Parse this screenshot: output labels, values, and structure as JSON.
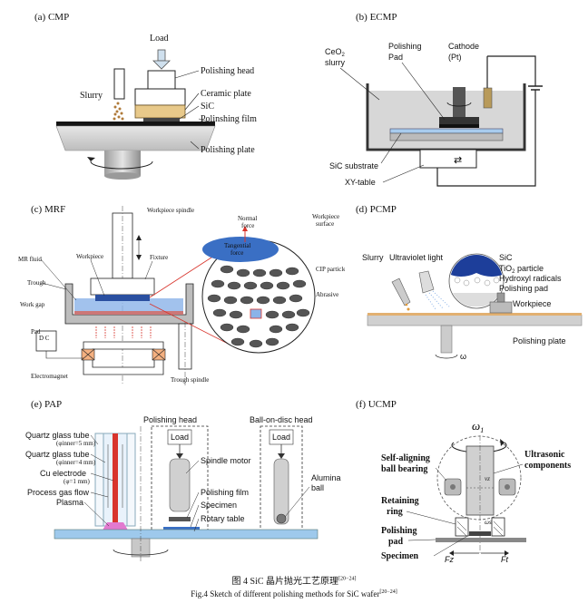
{
  "panels": {
    "a": {
      "title": "(a) CMP",
      "load": "Load",
      "slurry": "Slurry",
      "polishing_head": "Polishing head",
      "ceramic_plate": "Ceramic plate",
      "sic": "SiC",
      "film": "Polinshing film",
      "plate": "Polishing plate"
    },
    "b": {
      "title": "(b) ECMP",
      "ceo2": "CeO",
      "ceo2_sub": "2",
      "slurry": "slurry",
      "pad1": "Polishing",
      "pad2": "Pad",
      "cathode1": "Cathode",
      "cathode2": "(Pt)",
      "substrate": "SiC substrate",
      "xy_table": "XY-table"
    },
    "c": {
      "title": "(c) MRF",
      "workpiece_spindle": "Workpiece spindle",
      "normal_force1": "Normal",
      "normal_force2": "force",
      "tangential1": "Tangential",
      "tangential2": "force",
      "wp_surface1": "Workpiece",
      "wp_surface2": "surface",
      "mr_fluid": "MR fluid",
      "workpiece": "Workpiece",
      "fixture": "Fixture",
      "cip": "CIP particle",
      "trough": "Trough",
      "work_gap": "Work gap",
      "abrasive": "Abrasive",
      "pad": "Pad",
      "dc": "D C",
      "electromagnet": "Electromagnet",
      "trough_spindle": "Trough spindle"
    },
    "d": {
      "title": "(d) PCMP",
      "slurry": "Slurry",
      "uv": "Ultraviolet light",
      "sic": "SiC",
      "tio2": "TiO",
      "tio2_sub": "2",
      "tio2_rest": " particle",
      "hydroxyl": "Hydroxyl radicals",
      "pad": "Polishing pad",
      "workpiece": "Workpiece",
      "plate": "Polishing plate",
      "omega": "ω"
    },
    "e": {
      "title": "(e) PAP",
      "polishing_head": "Polishing head",
      "ball_head": "Ball-on-disc head",
      "load1": "Load",
      "load2": "Load",
      "quartz1": "Quartz glass tube",
      "quartz1_sub": "(φinner=5 mm)",
      "quartz2": "Quartz glass tube",
      "quartz2_sub": "(φinner=4 mm)",
      "cu": "Cu electrode",
      "cu_sub": "(φ=1 mm)",
      "gas": "Process gas flow",
      "plasma": "Plasma",
      "spindle_motor": "Spindle motor",
      "film": "Polishing film",
      "specimen": "Specimen",
      "rotary": "Rotary table",
      "alumina1": "Alumina",
      "alumina2": "ball"
    },
    "f": {
      "title": "(f) UCMP",
      "omega1": "ω",
      "omega1_sub": "1",
      "bearing1": "Self-aligning",
      "bearing2": "ball bearing",
      "ultra1": "Ultrasonic",
      "ultra2": "components",
      "retain1": "Retaining",
      "retain2": "ring",
      "pad1": "Polishing",
      "pad2": "pad",
      "specimen": "Specimen",
      "fz": "Fz",
      "ft": "Ft",
      "vz": "vz",
      "omega_s": "ωs"
    }
  },
  "caption": {
    "cn": "图 4   SiC 晶片抛光工艺原理",
    "cn_ref": "[20−24]",
    "en": "Fig.4   Sketch of different polishing methods for SiC wafer",
    "en_ref": "[20−24]"
  },
  "colors": {
    "slurry_brown": "#b07a3a",
    "sic_tan": "#e8c98a",
    "pad_blue": "#3a6fc4",
    "sky": "#9ec9ec",
    "plasma_pink": "#e27ad0",
    "red": "#d8342c",
    "dark": "#222222",
    "grey": "#b8b8b8"
  }
}
